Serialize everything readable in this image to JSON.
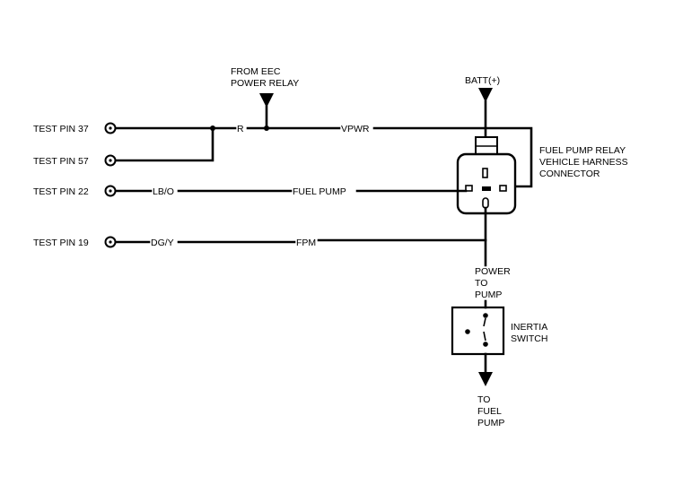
{
  "test_pins": {
    "pin37": "TEST PIN 37",
    "pin57": "TEST PIN 57",
    "pin22": "TEST PIN 22",
    "pin19": "TEST PIN 19"
  },
  "wires": {
    "r": "R",
    "vpwr": "VPWR",
    "lbo": "LB/O",
    "fuel_pump": "FUEL PUMP",
    "dgy": "DG/Y",
    "fpm": "FPM"
  },
  "eec": {
    "line1": "FROM EEC",
    "line2": "POWER RELAY"
  },
  "batt": "BATT(+)",
  "relay_connector": {
    "line1": "FUEL PUMP RELAY",
    "line2": "VEHICLE HARNESS",
    "line3": "CONNECTOR"
  },
  "power_to_pump": {
    "line1": "POWER",
    "line2": "TO",
    "line3": "PUMP"
  },
  "inertia_switch": {
    "line1": "INERTIA",
    "line2": "SWITCH"
  },
  "to_fuel_pump": {
    "line1": "TO",
    "line2": "FUEL",
    "line3": "PUMP"
  }
}
